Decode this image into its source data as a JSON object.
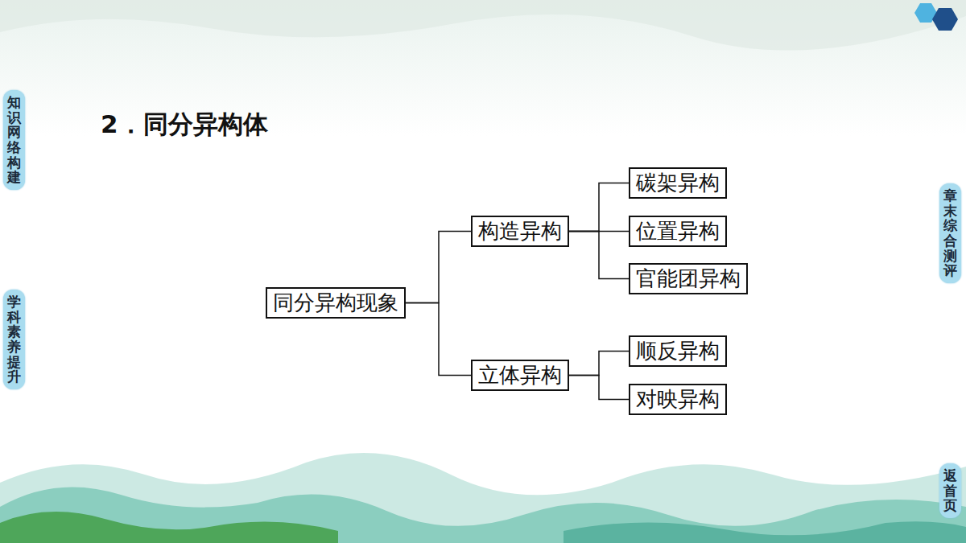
{
  "diagram": {
    "title": "2．同分异构体",
    "nodes": [
      {
        "text": [
          "知识网络构建"
        ]
      },
      {
        "text": [
          "学科素养提升"
        ]
      },
      {
        "text": [
          "同分异构现象"
        ]
      },
      {
        "text": [
          "构造异构"
        ]
      },
      {
        "text": [
          "立体异构"
        ]
      },
      {
        "text": [
          "碳架异构"
        ]
      },
      {
        "text": [
          "位置异构"
        ]
      },
      {
        "text": [
          "官能团异构"
        ]
      },
      {
        "text": [
          "顺反异构"
        ]
      },
      {
        "text": [
          "对映异构"
        ]
      },
      {
        "text": [
          "章末综合测评"
        ]
      },
      {
        "text": [
          "返首页"
        ]
      }
    ],
    "edges": [
      {
        "from": 2,
        "to": 3,
        "arrow": "none"
      },
      {
        "from": 2,
        "to": 4,
        "arrow": "none"
      },
      {
        "from": 3,
        "to": 5,
        "arrow": "none"
      },
      {
        "from": 3,
        "to": 6,
        "arrow": "none"
      },
      {
        "from": 3,
        "to": 7,
        "arrow": "none"
      },
      {
        "from": 4,
        "to": 8,
        "arrow": "none"
      },
      {
        "from": 4,
        "to": 9,
        "arrow": "none"
      }
    ]
  }
}
